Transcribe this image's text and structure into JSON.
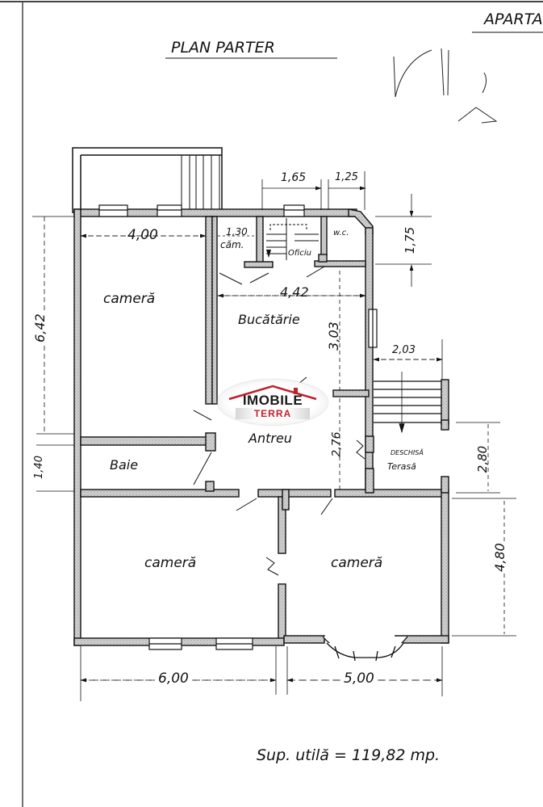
{
  "document": {
    "title": "PLAN PARTER",
    "corner_title": "APARTA",
    "area_label": "Sup. utilă = 119,82 mp."
  },
  "rooms": {
    "camera_top": "cameră",
    "baie": "Baie",
    "bucatarie": "Bucătărie",
    "camara": "căm.",
    "oficiu": "Oficiu",
    "wc": "w.c.",
    "antreu": "Antreu",
    "terasa_line1": "DESCHISĂ",
    "terasa_line2": "Terasă",
    "camera_bottom_left": "cameră",
    "camera_bottom_right": "cameră"
  },
  "dimensions": {
    "top_room_width": "4,00",
    "camara_width": "1,30",
    "oficiu_width": "1,65",
    "wc_width": "1,25",
    "wc_depth": "1,75",
    "kitchen_width": "4,42",
    "kitchen_depth": "3,03",
    "terrace_width": "2,03",
    "terrace_depth": "2,80",
    "antreu_depth": "2,76",
    "left_room_depth": "6,42",
    "bath_depth": "1,40",
    "bottom_right_depth": "4,80",
    "bottom_left_width": "6,00",
    "bottom_right_width": "5,00"
  },
  "watermark": {
    "brand_main": "IMOBILE",
    "brand_sub": "TERRA",
    "accent": "#c21f2a"
  },
  "colors": {
    "ink": "#111111",
    "wall_fill": "#c8c8c8",
    "paper": "#ffffff"
  }
}
